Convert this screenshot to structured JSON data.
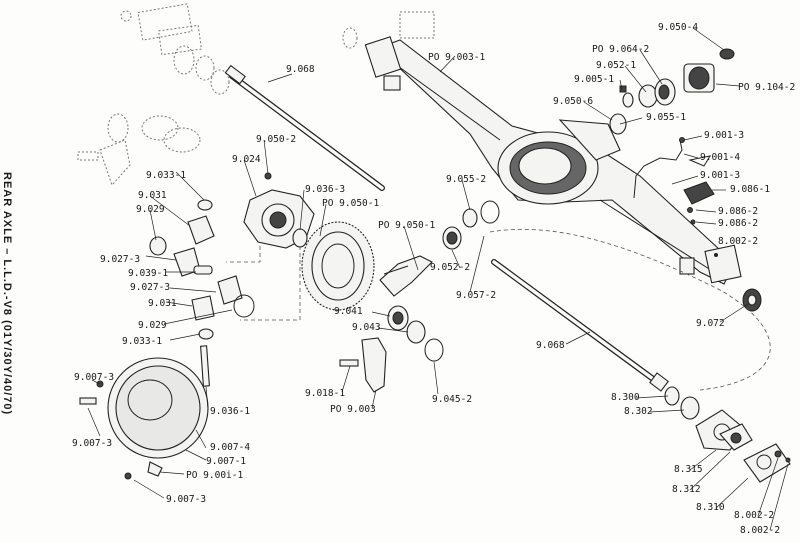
{
  "side_title": "REAR AXLE – L.L.D.-V8 (01Y/30Y/40/70)",
  "callouts": [
    {
      "id": "c01",
      "text": "9.068"
    },
    {
      "id": "c02",
      "text": "PO 9.003-1"
    },
    {
      "id": "c03",
      "text": "9.050-4"
    },
    {
      "id": "c04",
      "text": "PO 9.064-2"
    },
    {
      "id": "c05",
      "text": "9.052-1"
    },
    {
      "id": "c06",
      "text": "9.005-1"
    },
    {
      "id": "c07",
      "text": "PO 9.104-2"
    },
    {
      "id": "c08",
      "text": "9.050-6"
    },
    {
      "id": "c09",
      "text": "9.055-1"
    },
    {
      "id": "c10",
      "text": "9.001-3"
    },
    {
      "id": "c11",
      "text": "9.001-4"
    },
    {
      "id": "c12",
      "text": "9.001-3"
    },
    {
      "id": "c13",
      "text": "9.086-1"
    },
    {
      "id": "c14",
      "text": "9.086-2"
    },
    {
      "id": "c15",
      "text": "9.086-2"
    },
    {
      "id": "c16",
      "text": "8.002-2"
    },
    {
      "id": "c17",
      "text": "9.050-2"
    },
    {
      "id": "c18",
      "text": "9.024"
    },
    {
      "id": "c19",
      "text": "9.036-3"
    },
    {
      "id": "c20",
      "text": "PO 9.050-1"
    },
    {
      "id": "c21",
      "text": "9.055-2"
    },
    {
      "id": "c22",
      "text": "9.033-1"
    },
    {
      "id": "c23",
      "text": "9.031"
    },
    {
      "id": "c24",
      "text": "9.029"
    },
    {
      "id": "c25",
      "text": "PO 9.050-1"
    },
    {
      "id": "c26",
      "text": "9.052-2"
    },
    {
      "id": "c27",
      "text": "9.027-3"
    },
    {
      "id": "c28",
      "text": "9.039-1"
    },
    {
      "id": "c29",
      "text": "9.027-3"
    },
    {
      "id": "c30",
      "text": "9.057-2"
    },
    {
      "id": "c31",
      "text": "9.031"
    },
    {
      "id": "c32",
      "text": "9.041"
    },
    {
      "id": "c33",
      "text": "9.072"
    },
    {
      "id": "c34",
      "text": "9.029"
    },
    {
      "id": "c35",
      "text": "9.043"
    },
    {
      "id": "c36",
      "text": "9.033-1"
    },
    {
      "id": "c37",
      "text": "9.068"
    },
    {
      "id": "c38",
      "text": "9.007-3"
    },
    {
      "id": "c39",
      "text": "9.018-1"
    },
    {
      "id": "c40",
      "text": "9.045-2"
    },
    {
      "id": "c41",
      "text": "PO 9.003"
    },
    {
      "id": "c42",
      "text": "8.300"
    },
    {
      "id": "c43",
      "text": "8.302"
    },
    {
      "id": "c44",
      "text": "9.036-1"
    },
    {
      "id": "c45",
      "text": "9.007-3"
    },
    {
      "id": "c46",
      "text": "9.007-4"
    },
    {
      "id": "c47",
      "text": "9.007-1"
    },
    {
      "id": "c48",
      "text": "PO 9.00i-1"
    },
    {
      "id": "c49",
      "text": "8.315"
    },
    {
      "id": "c50",
      "text": "8.312"
    },
    {
      "id": "c51",
      "text": "8.310"
    },
    {
      "id": "c52",
      "text": "9.007-3"
    },
    {
      "id": "c53",
      "text": "8.002-2"
    },
    {
      "id": "c54",
      "text": "8.002-2"
    }
  ]
}
